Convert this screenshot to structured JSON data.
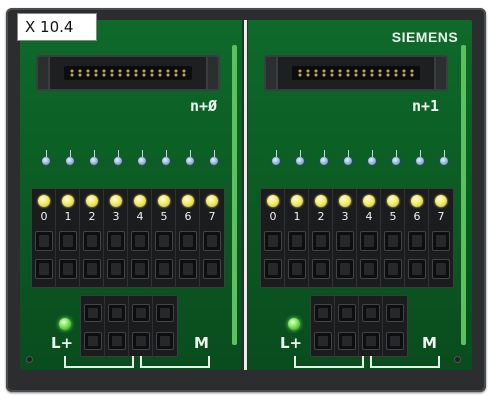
{
  "module": {
    "label": "X 10.4",
    "brand": "SIEMENS"
  },
  "groups": [
    {
      "id": "n0",
      "label": "n+Ø",
      "channels": [
        "0",
        "1",
        "2",
        "3",
        "4",
        "5",
        "6",
        "7"
      ],
      "power": {
        "plus": "L+",
        "minus": "M"
      }
    },
    {
      "id": "n1",
      "label": "n+1",
      "channels": [
        "0",
        "1",
        "2",
        "3",
        "4",
        "5",
        "6",
        "7"
      ],
      "power": {
        "plus": "L+",
        "minus": "M"
      }
    }
  ],
  "colors": {
    "pcb": "#0b5a23",
    "status_led": "#f4ec6a",
    "power_led": "#6ee04a",
    "housing": "#2b2d2e"
  }
}
